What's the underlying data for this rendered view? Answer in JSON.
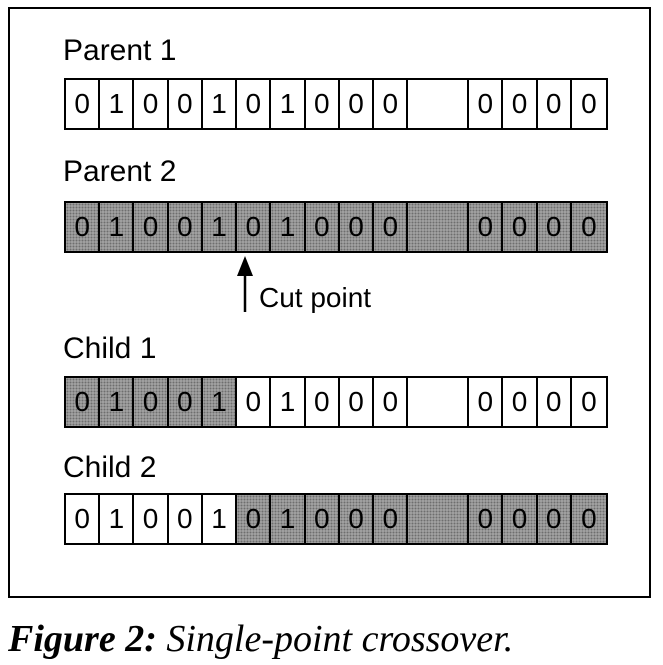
{
  "rows": [
    {
      "label": "Parent 1",
      "bits": [
        "0",
        "1",
        "0",
        "0",
        "1",
        "0",
        "1",
        "0",
        "0",
        "0",
        "",
        "0",
        "0",
        "0",
        "0"
      ],
      "shaded": [
        0,
        0,
        0,
        0,
        0,
        0,
        0,
        0,
        0,
        0,
        0,
        0,
        0,
        0,
        0
      ]
    },
    {
      "label": "Parent 2",
      "bits": [
        "0",
        "1",
        "0",
        "0",
        "1",
        "0",
        "1",
        "0",
        "0",
        "0",
        "",
        "0",
        "0",
        "0",
        "0"
      ],
      "shaded": [
        1,
        1,
        1,
        1,
        1,
        1,
        1,
        1,
        1,
        1,
        1,
        1,
        1,
        1,
        1
      ]
    },
    {
      "label": "Child 1",
      "bits": [
        "0",
        "1",
        "0",
        "0",
        "1",
        "0",
        "1",
        "0",
        "0",
        "0",
        "",
        "0",
        "0",
        "0",
        "0"
      ],
      "shaded": [
        1,
        1,
        1,
        1,
        1,
        0,
        0,
        0,
        0,
        0,
        0,
        0,
        0,
        0,
        0
      ]
    },
    {
      "label": "Child 2",
      "bits": [
        "0",
        "1",
        "0",
        "0",
        "1",
        "0",
        "1",
        "0",
        "0",
        "0",
        "",
        "0",
        "0",
        "0",
        "0"
      ],
      "shaded": [
        0,
        0,
        0,
        0,
        0,
        1,
        1,
        1,
        1,
        1,
        1,
        1,
        1,
        1,
        1
      ]
    }
  ],
  "cut_point_label": "Cut point",
  "caption": {
    "number": "Figure 2:",
    "text": "Single-point crossover."
  }
}
